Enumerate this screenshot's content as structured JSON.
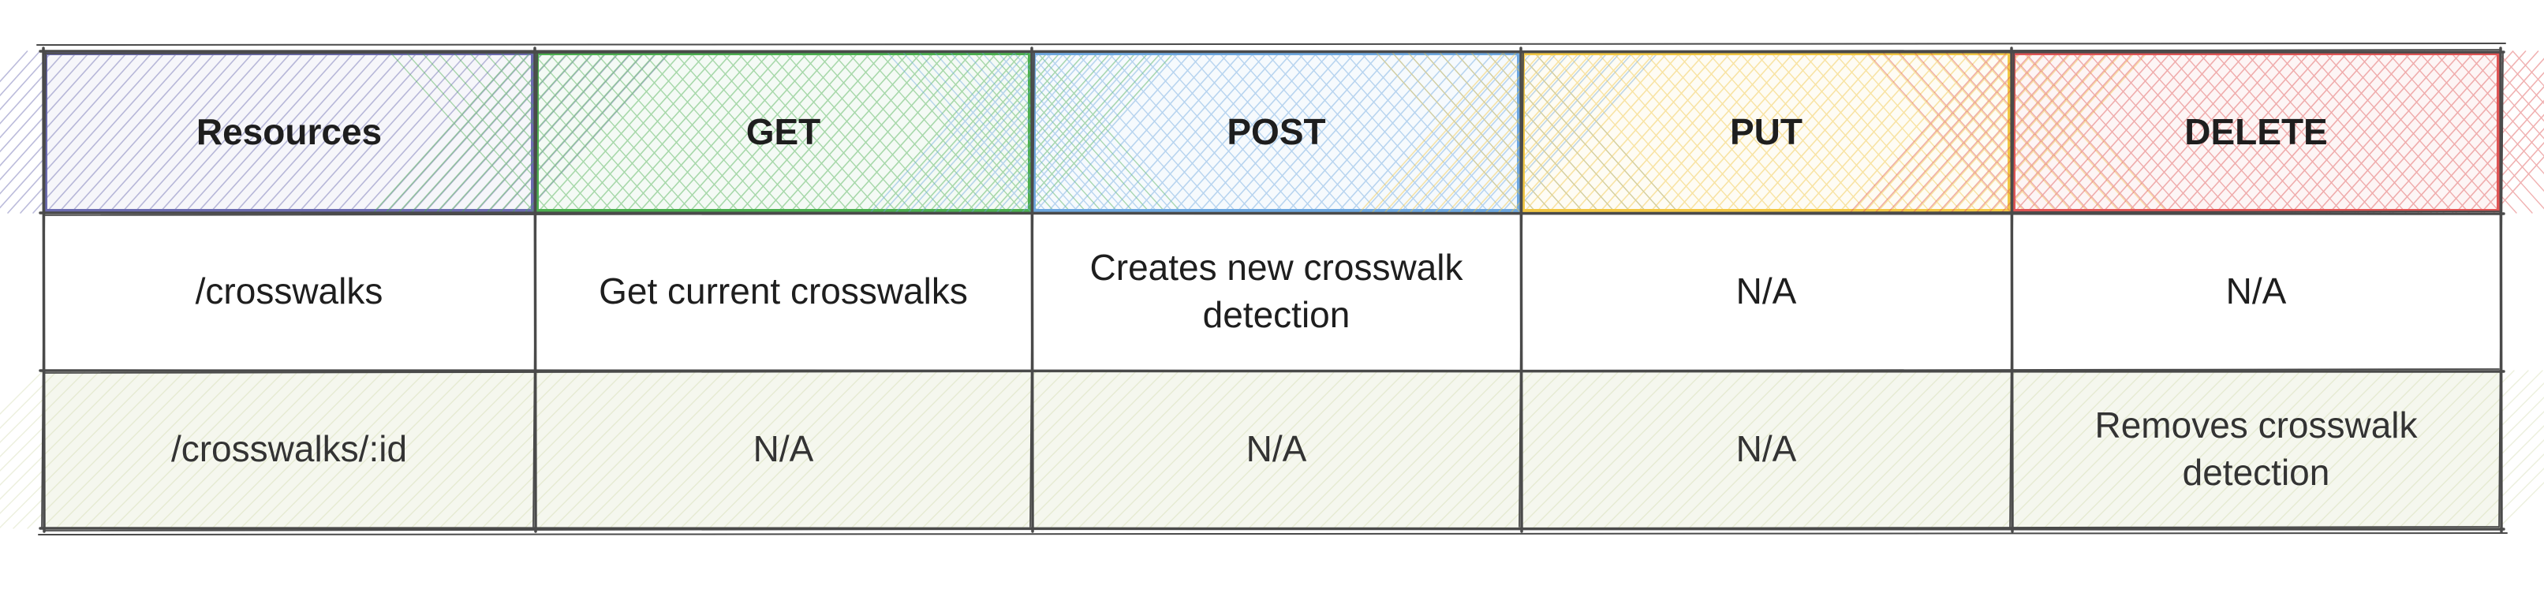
{
  "table": {
    "headers": [
      "Resources",
      "GET",
      "POST",
      "PUT",
      "DELETE"
    ],
    "rows": [
      [
        "/crosswalks",
        "Get current crosswalks",
        "Creates new crosswalk detection",
        "N/A",
        "N/A"
      ],
      [
        "/crosswalks/:id",
        "N/A",
        "N/A",
        "N/A",
        "Removes crosswalk detection"
      ]
    ]
  },
  "colors": {
    "resources_header": "#6b6bb0",
    "get_header": "#4caf50",
    "post_header": "#6ea8e0",
    "put_header": "#f2c744",
    "delete_header": "#e05555",
    "row2_fill": "#c9d4a0",
    "border": "#4a4a4a"
  }
}
